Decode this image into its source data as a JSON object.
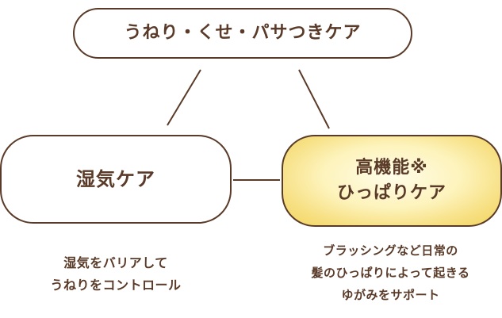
{
  "diagram": {
    "top": {
      "label": "うねり・くせ・パサつきケア"
    },
    "left": {
      "label": "湿気ケア",
      "caption": "湿気をバリアして\nうねりをコントロール"
    },
    "right": {
      "label": "高機能※\nひっぱりケア",
      "caption": "ブラッシングなど日常の\n髪のひっぱりによって起きる\nゆがみをサポート"
    }
  },
  "colors": {
    "text_brown": "#5a3a28",
    "border_brown": "#5a3a28",
    "highlight_yellow_edge": "#f2d45e",
    "highlight_yellow_center": "#fffde9",
    "background": "#ffffff"
  }
}
